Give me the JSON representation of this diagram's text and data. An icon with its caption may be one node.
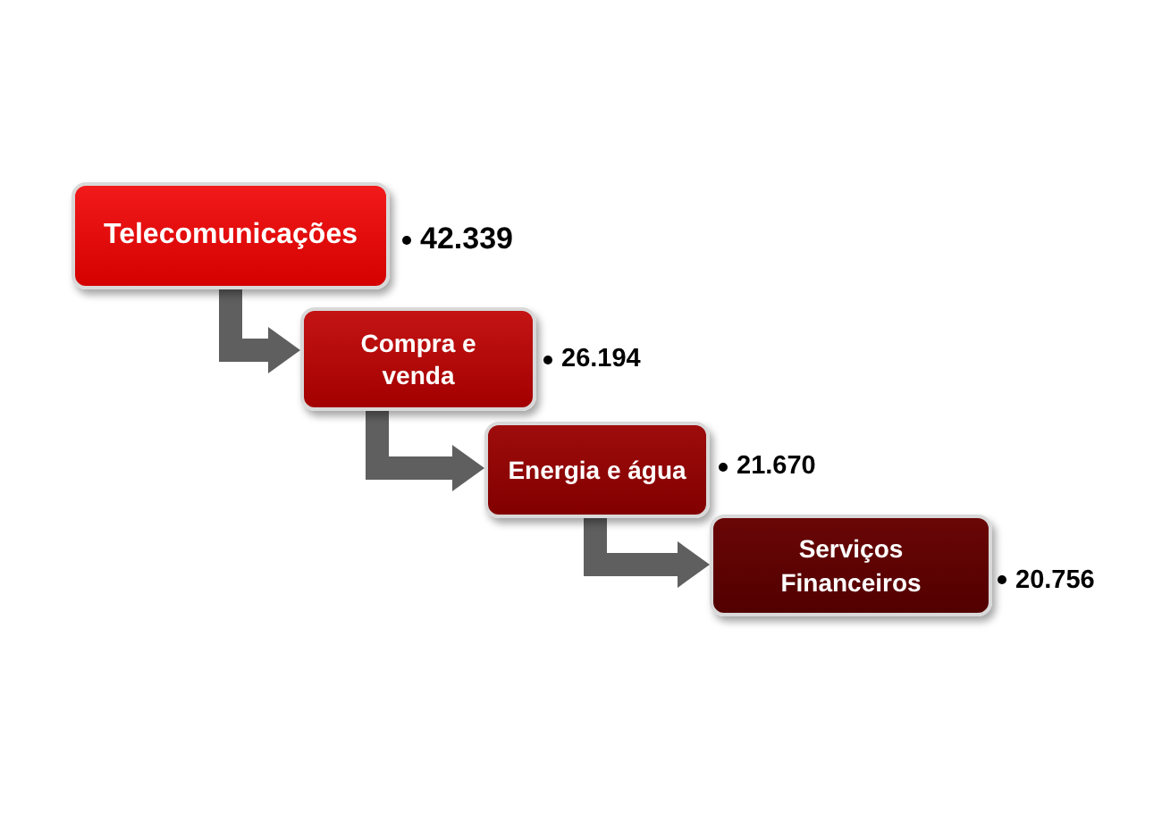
{
  "diagram": {
    "nodes": [
      {
        "text": [
          "Telecomunicações"
        ],
        "beside": [
          "42.339"
        ]
      },
      {
        "text": [
          "Compra e venda"
        ],
        "beside": [
          "26.194"
        ]
      },
      {
        "text": [
          "Energia e água"
        ],
        "beside": [
          "21.670"
        ]
      },
      {
        "text": [
          "Serviços Financeiros"
        ],
        "beside": [
          "20.756"
        ]
      }
    ],
    "edges": [
      {
        "from": 0,
        "to": 1,
        "arrow": "to"
      },
      {
        "from": 1,
        "to": 2,
        "arrow": "to"
      },
      {
        "from": 2,
        "to": 3,
        "arrow": "to"
      }
    ]
  }
}
